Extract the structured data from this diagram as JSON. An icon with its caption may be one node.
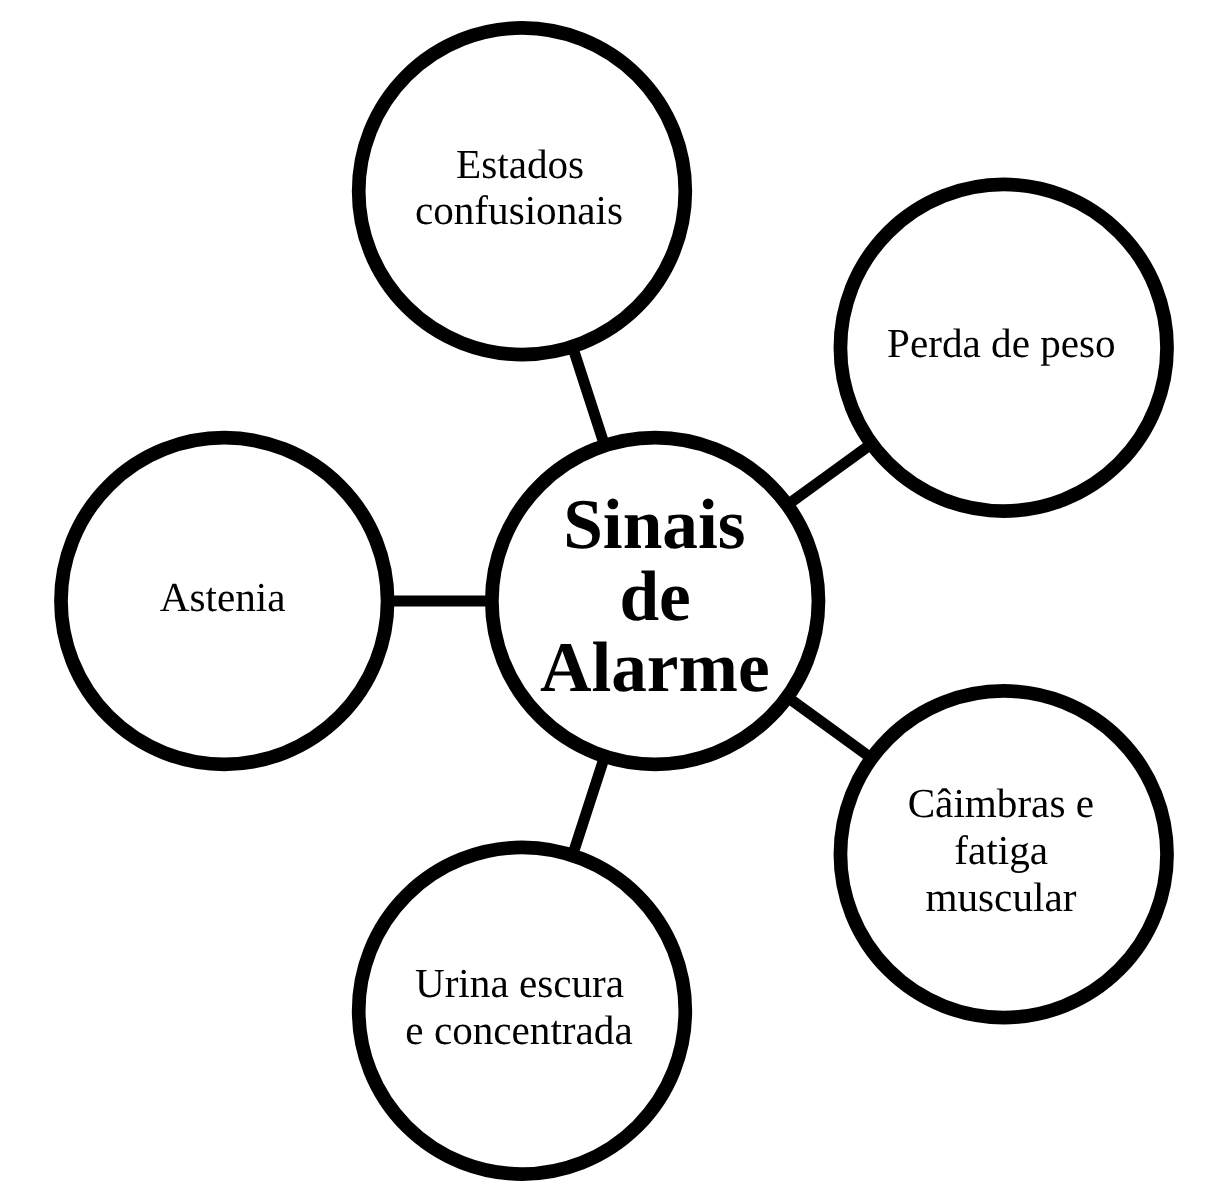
{
  "diagram": {
    "nodes": [
      {
        "text": [
          "Sinais de Alarme"
        ]
      },
      {
        "text": [
          "Perda de peso"
        ]
      },
      {
        "text": [
          "Estados confusionais"
        ]
      },
      {
        "text": [
          "Astenia"
        ]
      },
      {
        "text": [
          "Urina escura e concentrada"
        ]
      },
      {
        "text": [
          "Câimbras e fatiga muscular"
        ]
      }
    ],
    "edges": [
      {
        "from": 0,
        "to": 1,
        "arrow": "none"
      },
      {
        "from": 0,
        "to": 2,
        "arrow": "none"
      },
      {
        "from": 0,
        "to": 3,
        "arrow": "none"
      },
      {
        "from": 0,
        "to": 4,
        "arrow": "none"
      },
      {
        "from": 0,
        "to": 5,
        "arrow": "none"
      }
    ]
  }
}
